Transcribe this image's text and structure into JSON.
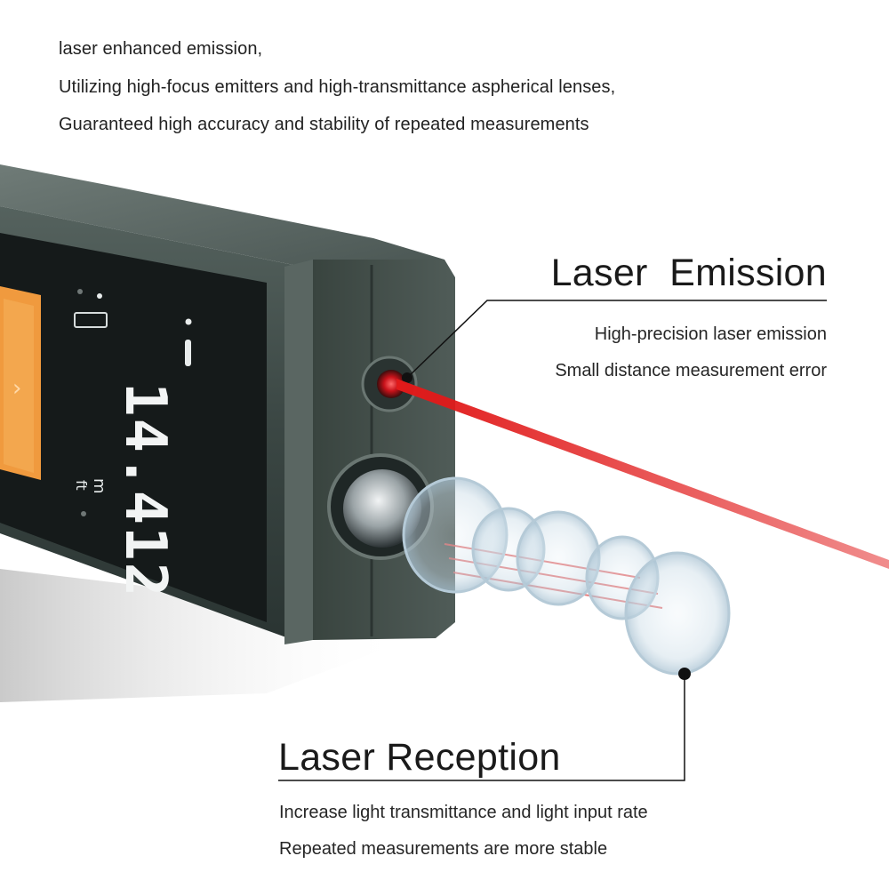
{
  "intro": {
    "line1": "laser enhanced emission,",
    "line2": "Utilizing high-focus emitters and high-transmittance aspherical lenses,",
    "line3": "Guaranteed high accuracy and stability of repeated measurements"
  },
  "emission": {
    "title": "Laser  Emission",
    "line1": "High-precision laser emission",
    "line2": "Small distance measurement error"
  },
  "reception": {
    "title": "Laser Reception",
    "line1": "Increase light transmittance and light input rate",
    "line2": "Repeated measurements are more stable"
  },
  "device": {
    "display_value": "14.412",
    "unit_m": "m",
    "unit_ft": "ft",
    "body_color": "#3d4a46",
    "screen_color": "#151a1a",
    "panel_color": "#f09a3e",
    "laser_color": "#e11a1a"
  }
}
